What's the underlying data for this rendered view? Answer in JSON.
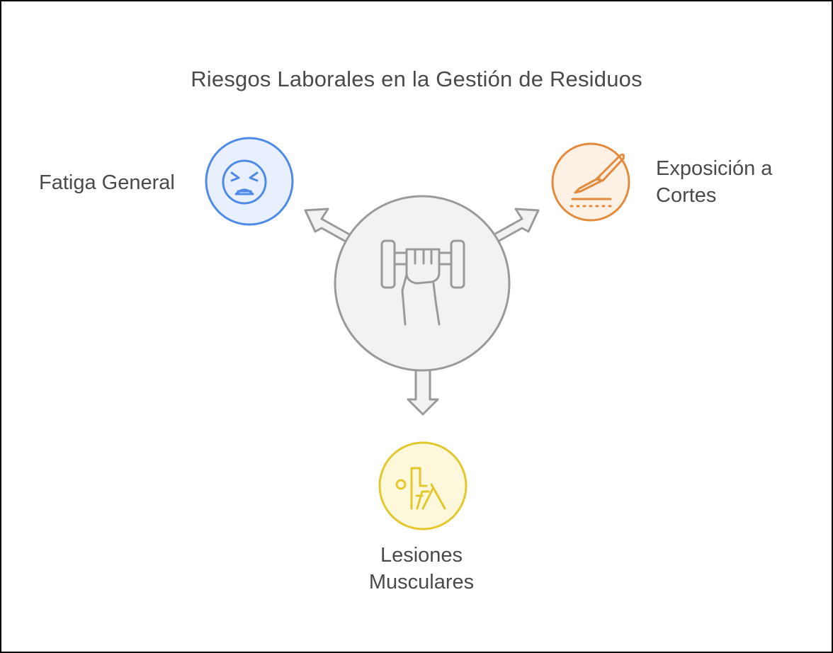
{
  "title": "Riesgos Laborales en la Gestión de Residuos",
  "center": {
    "icon": "dumbbell-fist-icon",
    "color": "#9a9a9a",
    "fill": "#f2f2f2"
  },
  "nodes": {
    "left": {
      "label": "Fatiga General",
      "icon": "tired-face-icon",
      "color": "#4f8ae8",
      "fill": "#e9f0fd"
    },
    "right": {
      "label_line1": "Exposición a",
      "label_line2": "Cortes",
      "icon": "knife-cut-icon",
      "color": "#e48a3c",
      "fill": "#fdf0e4"
    },
    "bottom": {
      "label_line1": "Lesiones",
      "label_line2": "Musculares",
      "icon": "stretching-person-icon",
      "color": "#e3c72b",
      "fill": "#fdf8dc"
    }
  }
}
